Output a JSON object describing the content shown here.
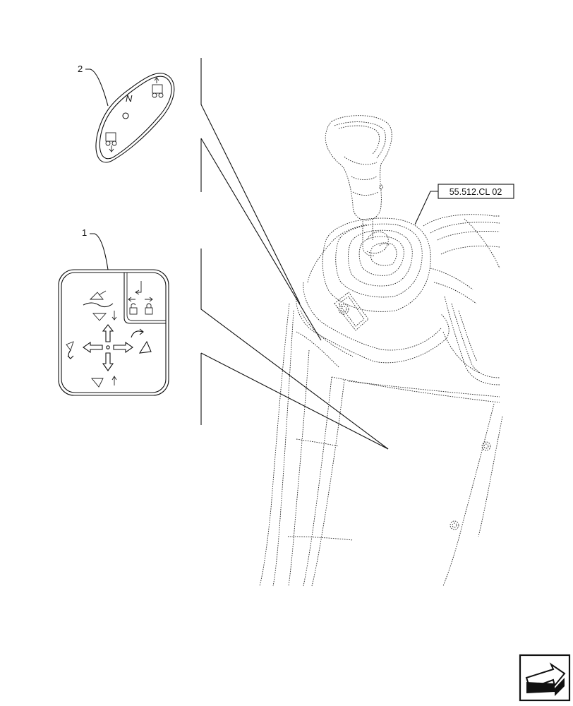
{
  "callouts": {
    "item1": "1",
    "item2": "2",
    "ref_box": "55.512.CL 02"
  },
  "decal2": {
    "neutral_letter": "N"
  },
  "icons": {
    "nav": "next-page-arrow-icon"
  }
}
